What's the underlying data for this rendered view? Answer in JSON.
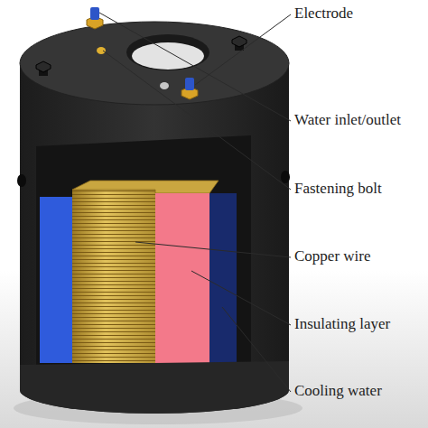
{
  "diagram": {
    "labels": [
      "Electrode",
      "Water inlet/outlet",
      "Fastening bolt",
      "Copper wire",
      "Insulating layer",
      "Cooling water"
    ]
  }
}
